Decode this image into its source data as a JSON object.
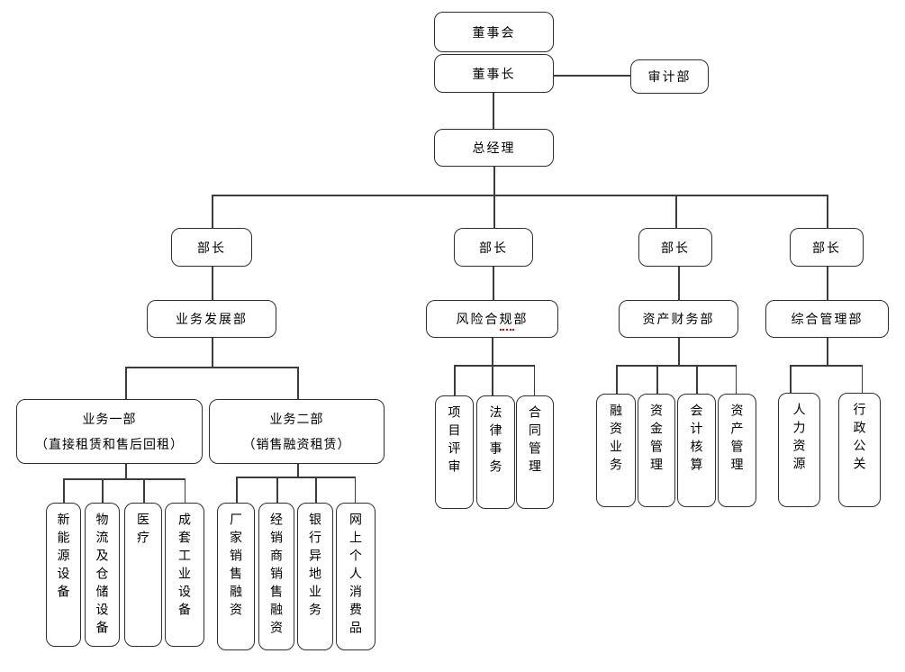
{
  "diagram_type": "org-chart",
  "colors": {
    "background": "#ffffff",
    "box_border": "#2f2f2f",
    "connector_line": "#3c3c3c",
    "spellcheck_underline": "#e00000"
  },
  "org": {
    "top": {
      "board": "董事会",
      "chairman": "董事长",
      "audit": "审计部",
      "general_manager": "总经理"
    },
    "ministers": [
      "部长",
      "部长",
      "部长",
      "部长"
    ],
    "departments": {
      "business_dev": "业务发展部",
      "risk_compliance": "风险合规部",
      "asset_finance": "资产财务部",
      "general_admin": "综合管理部"
    },
    "business_units": {
      "unit1_title": "业务一部",
      "unit1_subtitle": "（直接租赁和售后回租）",
      "unit2_title": "业务二部",
      "unit2_subtitle": "（销售融资租赁）"
    },
    "leaves": {
      "unit1": [
        "新能源设备",
        "物流及仓储设备",
        "医疗",
        "成套工业设备"
      ],
      "unit2": [
        "厂家销售融资",
        "经销商销售融资",
        "银行异地业务",
        "网上个人消费品"
      ],
      "risk": [
        "项目评审",
        "法律事务",
        "合同管理"
      ],
      "asset": [
        "融资业务",
        "资金管理",
        "会计核算",
        "资产管理"
      ],
      "admin": [
        "人力资源",
        "行政公关"
      ]
    }
  }
}
